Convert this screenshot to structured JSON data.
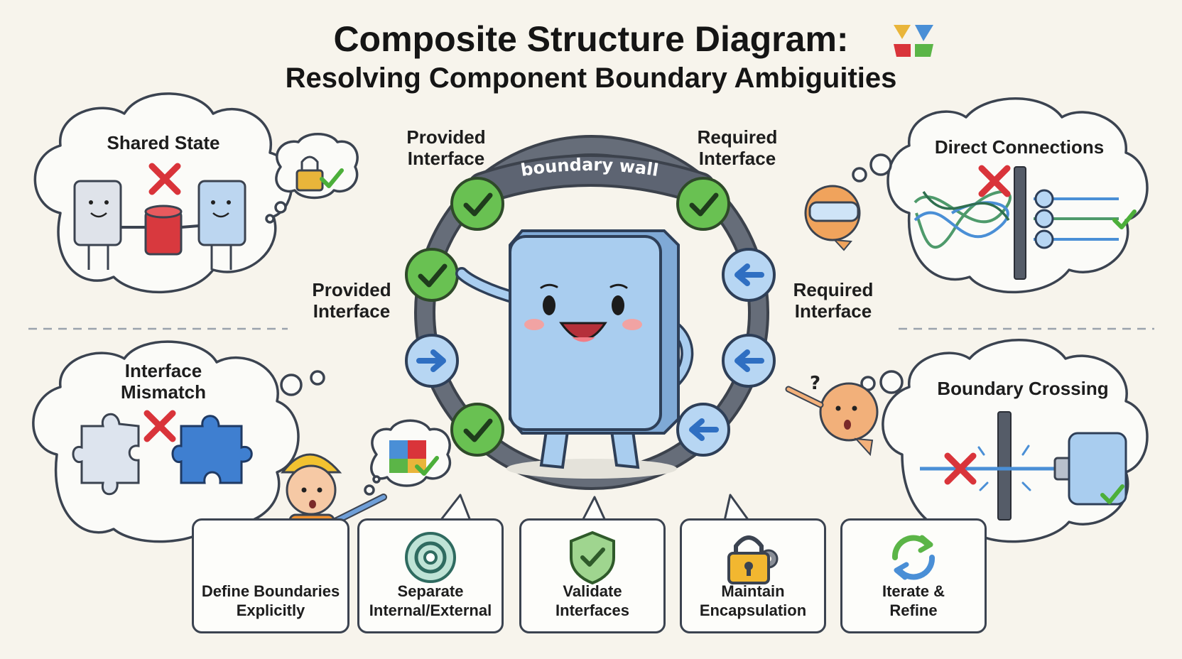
{
  "title": {
    "line1": "Composite Structure Diagram:",
    "line2": "Resolving Component Boundary Ambiguities"
  },
  "center": {
    "wall_label": "boundary wall",
    "provided_top": "Provided\nInterface",
    "required_top": "Required\nInterface",
    "provided_left": "Provided\nInterface",
    "required_right": "Required\nInterface"
  },
  "problems": {
    "shared_state": "Shared State",
    "direct_connections": "Direct Connections",
    "interface_mismatch": "Interface\nMismatch",
    "boundary_crossing": "Boundary Crossing"
  },
  "practices": [
    {
      "label": "Define Boundaries\nExplicitly",
      "icon": "ruler-icon"
    },
    {
      "label": "Separate\nInternal/External",
      "icon": "target-icon"
    },
    {
      "label": "Validate\nInterfaces",
      "icon": "shield-check-icon"
    },
    {
      "label": "Maintain\nEncapsulation",
      "icon": "padlock-gear-icon"
    },
    {
      "label": "Iterate &\nRefine",
      "icon": "cycle-arrows-icon"
    }
  ],
  "colors": {
    "ok_green": "#5bb547",
    "error_red": "#d9343a",
    "interface_blue": "#4a8fd6",
    "component_blue": "#a9cdef",
    "ring_gray": "#5b6270",
    "background": "#f7f4ec"
  }
}
